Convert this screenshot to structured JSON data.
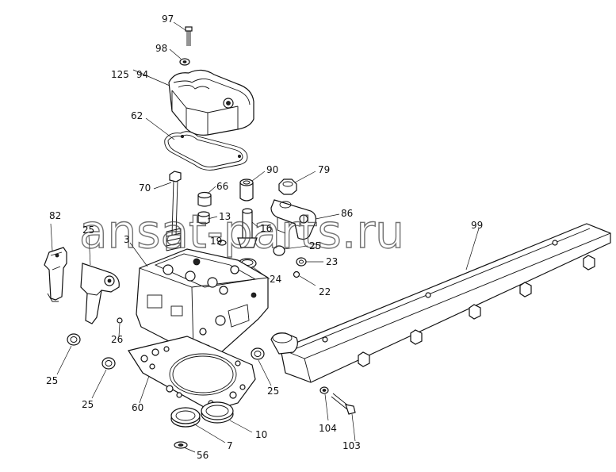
{
  "diagram": {
    "watermark": "ansat-parts.ru",
    "corner_mark": "",
    "callouts": [
      {
        "id": "c97",
        "text": "97"
      },
      {
        "id": "c98",
        "text": "98"
      },
      {
        "id": "c125",
        "text": "125"
      },
      {
        "id": "c94",
        "text": "94"
      },
      {
        "id": "c62",
        "text": "62"
      },
      {
        "id": "c90",
        "text": "90"
      },
      {
        "id": "c79",
        "text": "79"
      },
      {
        "id": "c70",
        "text": "70"
      },
      {
        "id": "c66",
        "text": "66"
      },
      {
        "id": "c13",
        "text": "13"
      },
      {
        "id": "c16",
        "text": "16"
      },
      {
        "id": "c86",
        "text": "86"
      },
      {
        "id": "c82",
        "text": "82"
      },
      {
        "id": "c25a",
        "text": "25"
      },
      {
        "id": "c3",
        "text": "3"
      },
      {
        "id": "c19",
        "text": "19"
      },
      {
        "id": "c25b",
        "text": "25"
      },
      {
        "id": "c23",
        "text": "23"
      },
      {
        "id": "c24",
        "text": "24"
      },
      {
        "id": "c22",
        "text": "22"
      },
      {
        "id": "c99",
        "text": "99"
      },
      {
        "id": "c26",
        "text": "26"
      },
      {
        "id": "c25c",
        "text": "25"
      },
      {
        "id": "c25d",
        "text": "25"
      },
      {
        "id": "c25e",
        "text": "25"
      },
      {
        "id": "c60",
        "text": "60"
      },
      {
        "id": "c10",
        "text": "10"
      },
      {
        "id": "c7",
        "text": "7"
      },
      {
        "id": "c56",
        "text": "56"
      },
      {
        "id": "c104",
        "text": "104"
      },
      {
        "id": "c103",
        "text": "103"
      }
    ]
  }
}
